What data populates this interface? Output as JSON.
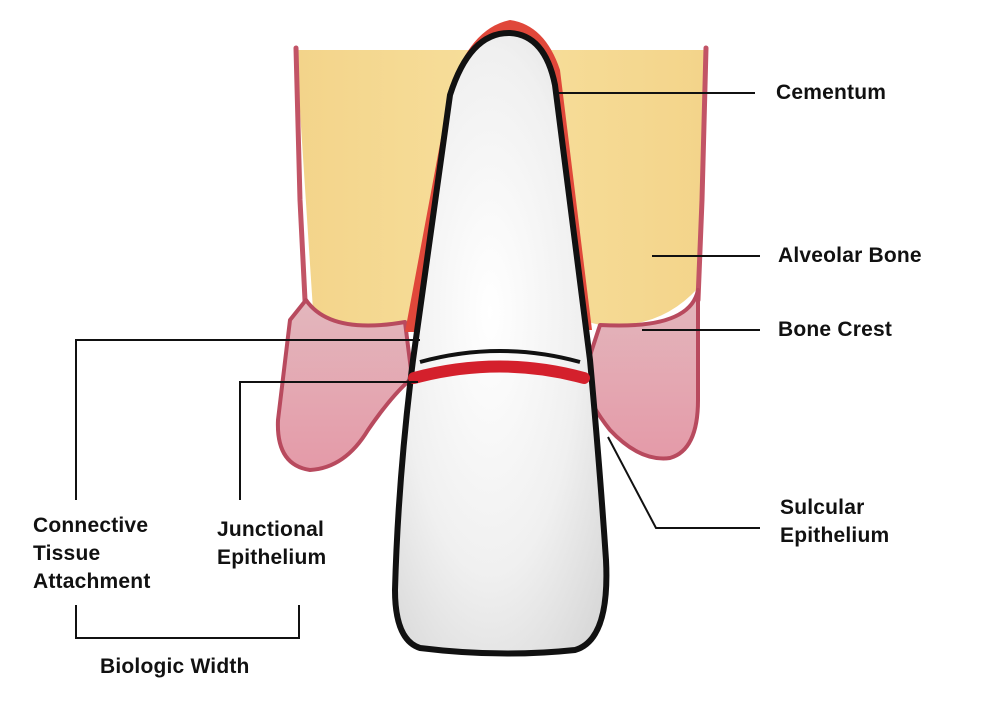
{
  "labels": {
    "cementum": "Cementum",
    "alveolar_bone": "Alveolar Bone",
    "bone_crest": "Bone Crest",
    "sulcular_epithelium": [
      "Sulcular",
      "Epithelium"
    ],
    "junctional_epithelium": [
      "Junctional",
      "Epithelium"
    ],
    "connective_tissue_attachment": [
      "Connective",
      "Tissue",
      "Attachment"
    ],
    "biologic_width": "Biologic Width"
  },
  "colors": {
    "bone": "#f5d888",
    "gum": "#d88e9c",
    "gum_outline": "#b84a5e",
    "cementum": "#e0473a",
    "junctional": "#d4202c",
    "tooth": "#f2f2f2",
    "outline": "#111111"
  }
}
